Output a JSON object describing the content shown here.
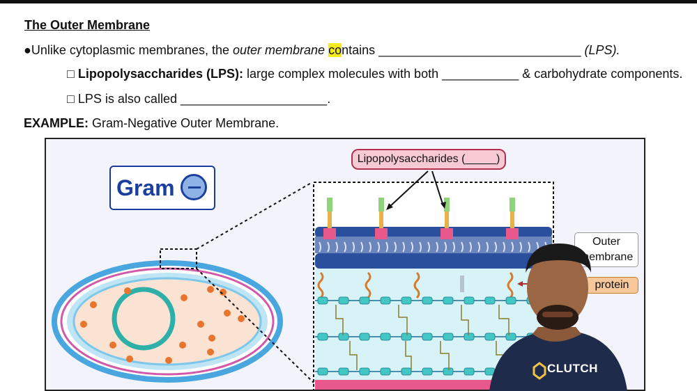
{
  "heading": "The Outer Membrane",
  "bullet1": {
    "marker": "●",
    "pre": "Unlike cytoplasmic membranes, the ",
    "italic": "outer membrane",
    "mid_space": " ",
    "highlight": "co",
    "post": "ntains ",
    "blank": "_____________________________",
    "suffix": " (LPS)."
  },
  "bullet2": {
    "box": "□",
    "term": "Lipopolysaccharides (LPS):",
    "pre": " large complex molecules with both ",
    "blank": "___________",
    "post": " & carbohydrate components."
  },
  "bullet3": {
    "box": "□",
    "pre": "LPS is also called ",
    "blank": "_____________________",
    "post": "."
  },
  "example": {
    "label": "EXAMPLE:",
    "text": " Gram-Negative Outer Membrane."
  },
  "figure": {
    "lps_callout": "Lipopolysaccharides (_____)",
    "gram_label": "Gram",
    "outer_membrane_label": "Outer\nmembrane",
    "protein_label": "protein"
  },
  "presenter": {
    "shirt_logo": "CLUTCH"
  },
  "colors": {
    "highlight": "#f4ea1a",
    "gram_blue": "#1b3f9e",
    "lipid_blue": "#2a4f9c",
    "lps_pink": "#e8588a",
    "peptidoglycan_cyan": "#43c7c4",
    "cell_fill": "#fbe3d4"
  }
}
